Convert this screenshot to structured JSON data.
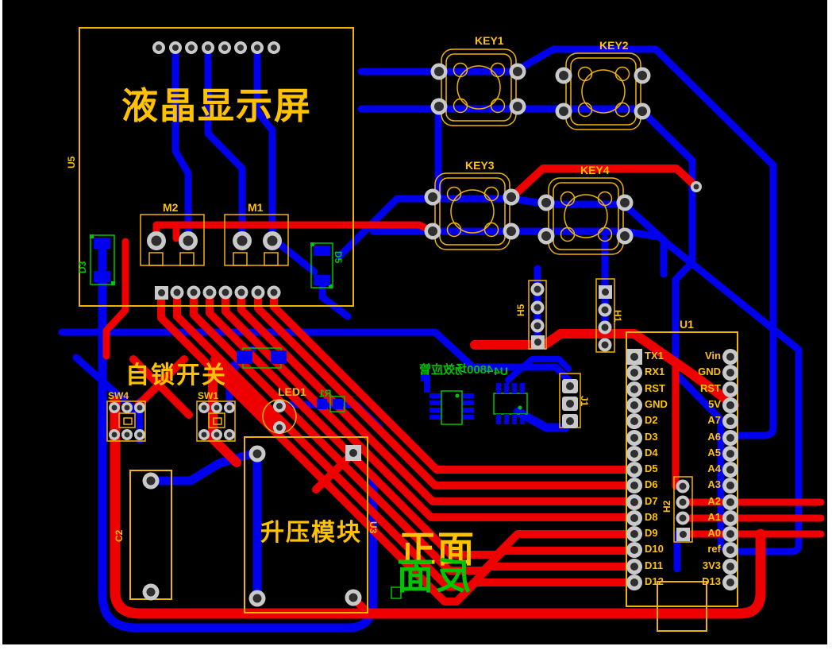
{
  "window": {
    "margin_color": "#ffffff"
  },
  "board": {
    "background": "#000000"
  },
  "colors": {
    "top_copper": "#ee0000",
    "bottom_copper": "#0000ee",
    "silk_top": "#ffc200",
    "silk_bottom": "#00c400",
    "pad_ring": "#c9c9c9",
    "pad_hole": "#2f2f2f"
  },
  "components": {
    "u5": {
      "ref": "U5",
      "label": "液晶显示屏"
    },
    "m2": {
      "ref": "M2"
    },
    "m1": {
      "ref": "M1"
    },
    "d3": {
      "ref": "D3"
    },
    "d5": {
      "ref": "D5"
    },
    "key1": {
      "ref": "KEY1"
    },
    "key2": {
      "ref": "KEY2"
    },
    "key3": {
      "ref": "KEY3"
    },
    "key4": {
      "ref": "KEY4"
    },
    "switches": {
      "group_label": "自锁开关",
      "sw4": "SW4",
      "sw1": "SW1"
    },
    "led1": {
      "ref": "LED1"
    },
    "r1": {
      "ref": "R1"
    },
    "u4": {
      "ref": "U4",
      "desc": "4800场效应管"
    },
    "j1": {
      "ref": "J1"
    },
    "h5": {
      "ref": "H5"
    },
    "h1": {
      "ref": "H1"
    },
    "h2": {
      "ref": "H2"
    },
    "u1": {
      "ref": "U1",
      "pins_left": [
        "TX1",
        "RX1",
        "RST",
        "GND",
        "D2",
        "D3",
        "D4",
        "D5",
        "D6",
        "D7",
        "D8",
        "D9",
        "D10",
        "D11",
        "D12"
      ],
      "pins_right": [
        "Vin",
        "GND",
        "RST",
        "5V",
        "A7",
        "A6",
        "A5",
        "A4",
        "A3",
        "A2",
        "A1",
        "A0",
        "ref",
        "3V3",
        "D13"
      ]
    },
    "c2": {
      "ref": "C2"
    },
    "u3": {
      "ref": "U3",
      "label": "升压模块"
    },
    "side_labels": {
      "front": "正面",
      "back": "反面"
    }
  }
}
